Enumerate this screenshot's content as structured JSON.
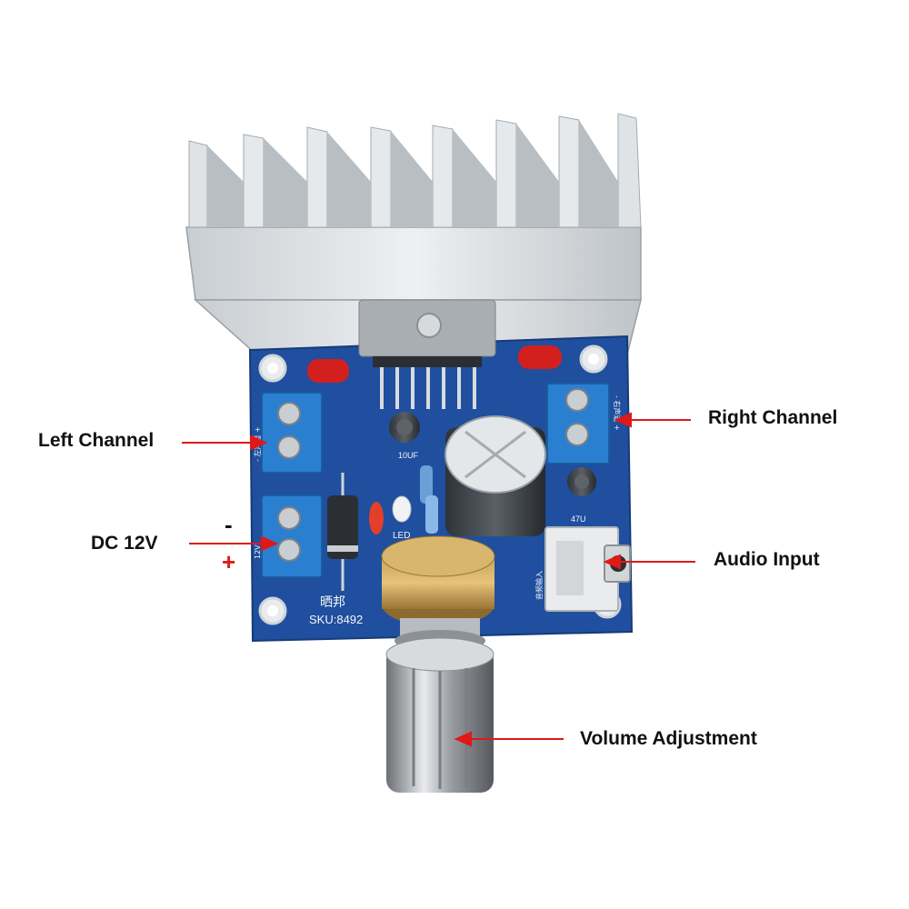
{
  "callouts": {
    "left_channel": "Left Channel",
    "dc_power": "DC 12V",
    "right_channel": "Right Channel",
    "audio_input": "Audio Input",
    "volume": "Volume Adjustment"
  },
  "polarity": {
    "minus": "-",
    "plus": "+"
  },
  "silkscreen": {
    "brand": "晒邦",
    "sku": "SKU:8492",
    "led": "LED",
    "cap_small": "10UF",
    "cap_right": "47U",
    "left_terminal_text": "- 左声道 +",
    "right_terminal_text": "- 右声道 +",
    "power_terminal_text": "12V",
    "audio_jack_text": "音频输入"
  },
  "colors": {
    "arrow": "#e01818",
    "pcb": "#1f4f9e",
    "terminal": "#2a7fd0",
    "heatsink": "#d9dde0",
    "label": "#111111"
  },
  "icons": {
    "arrow": "arrow-left-icon"
  }
}
